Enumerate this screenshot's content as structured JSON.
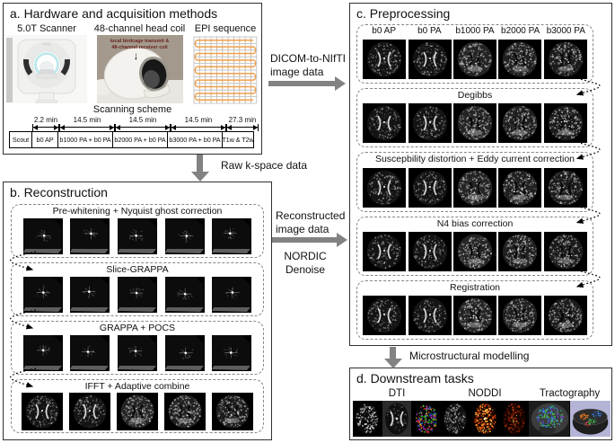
{
  "panel_a": {
    "title": "a. Hardware and acquisition methods",
    "scanner_label": "5.0T Scanner",
    "coil_label": "48-channel head coil",
    "coil_overlay_line1": "local birdcage transmit &",
    "coil_overlay_line2": "48-channel receiver coil",
    "epi_label": "EPI sequence",
    "scanning_scheme": {
      "title": "Scanning scheme",
      "segments": [
        {
          "label": "Scout",
          "time": ""
        },
        {
          "label": "b0 AP",
          "time": "2.2 min"
        },
        {
          "label": "b1000 PA + b0 PA",
          "time": "14.5 min"
        },
        {
          "label": "b2000 PA + b0 PA",
          "time": "14.5 min"
        },
        {
          "label": "b3000 PA + b0 PA",
          "time": "14.5 min"
        },
        {
          "label": "T1w & T2w",
          "time": "27.3 min"
        }
      ]
    }
  },
  "flow": {
    "raw_kspace_label": "Raw k-space data",
    "dicom_line1": "DICOM-to-NIfTI",
    "dicom_line2": "image data",
    "recon_line1": "Reconstructed",
    "recon_line2": "image data",
    "nordic_line1": "NORDIC",
    "nordic_line2": "Denoise",
    "micro_label": "Microstructural modelling"
  },
  "panel_b": {
    "title": "b. Reconstruction",
    "boxes": [
      {
        "label": "Pre-whitening + Nyquist ghost correction",
        "image_kind": "kspace",
        "image_count": 5
      },
      {
        "label": "Slice-GRAPPA",
        "image_kind": "kspace",
        "image_count": 5
      },
      {
        "label": "GRAPPA + POCS",
        "image_kind": "kspace",
        "image_count": 5
      },
      {
        "label": "IFFT + Adaptive combine",
        "image_kind": "brain",
        "image_count": 5
      }
    ]
  },
  "panel_c": {
    "title": "c. Preprocessing",
    "boxes": [
      {
        "image_labels": [
          "b0 AP",
          "b0 PA",
          "b1000 PA",
          "b2000 PA",
          "b3000 PA"
        ],
        "image_kind": "brain",
        "image_count": 5
      },
      {
        "label": "Degibbs",
        "image_kind": "brain",
        "image_count": 5
      },
      {
        "label": "Suscepbility distortion + Eddy current correction",
        "image_kind": "brain",
        "image_count": 5
      },
      {
        "label": "N4 bias correction",
        "image_kind": "brain",
        "image_count": 5
      },
      {
        "label": "Registration",
        "image_kind": "brain",
        "image_count": 5
      }
    ]
  },
  "panel_d": {
    "title": "d. Downstream tasks",
    "groups": [
      {
        "label": "DTI",
        "image_kinds": [
          "fa",
          "md",
          "rgb"
        ]
      },
      {
        "label": "NODDI",
        "image_kinds": [
          "ngray",
          "nhot",
          "ndark"
        ]
      },
      {
        "label": "Tractography",
        "image_kinds": [
          "tsag",
          "t3d"
        ]
      }
    ]
  },
  "colors": {
    "panel_border": "#303030",
    "dashed_box": "#858585",
    "flow_arrow": "#828282",
    "epi_trajectory": "#eda14f",
    "coil_overlay_text": "#6b1f1f"
  }
}
